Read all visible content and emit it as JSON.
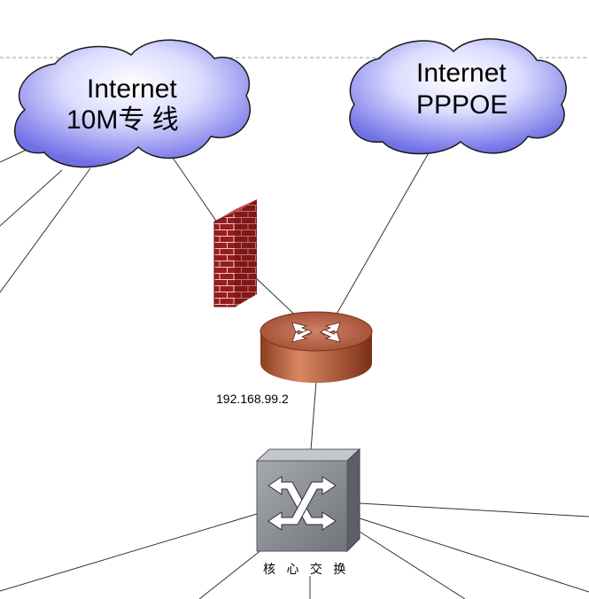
{
  "clouds": {
    "left": {
      "line1": "Internet",
      "line2": "10M专  线"
    },
    "right": {
      "line1": "Internet",
      "line2": "PPPOE"
    }
  },
  "router": {
    "ip": "192.168.99.2"
  },
  "core_switch": {
    "label": "核 心 交 换"
  },
  "icons": [
    "cloud-icon",
    "firewall-icon",
    "router-icon",
    "switch-icon"
  ],
  "colors": {
    "cloud_fill": "#8080f0",
    "cloud_stroke": "#1a1a1a",
    "firewall": "#9a1c1c",
    "router": "#b0583a",
    "switch": "#8c9096",
    "line": "#333333",
    "dashed": "#9a9a9a"
  }
}
